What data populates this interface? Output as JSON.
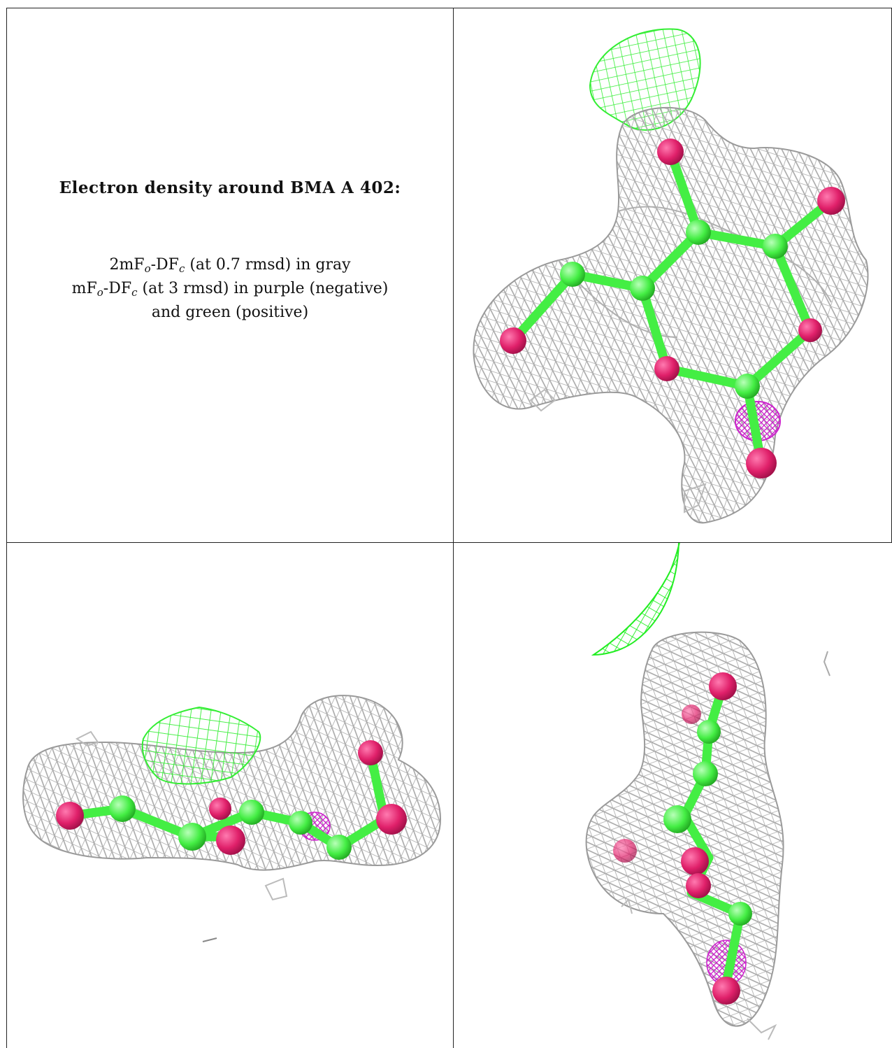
{
  "caption": {
    "title": "Electron density around BMA A 402:",
    "line1_a": "2mF",
    "line1_sub1": "o",
    "line1_b": "-DF",
    "line1_sub2": "c",
    "line1_c": " (at 0.7 rmsd) in gray",
    "line2_a": "mF",
    "line2_sub1": "o",
    "line2_b": "-DF",
    "line2_sub2": "c",
    "line2_c": " (at 3 rmsd) in purple (negative)",
    "line3": "and green (positive)"
  },
  "colors": {
    "carbon": "#44ee44",
    "oxygen": "#e8246e",
    "mesh_gray": "#aaaaaa",
    "mesh_positive": "#22ee22",
    "mesh_negative": "#cc22cc",
    "border": "#222222"
  },
  "panels": [
    {
      "name": "view-top-right"
    },
    {
      "name": "view-bottom-left"
    },
    {
      "name": "view-bottom-right"
    }
  ]
}
